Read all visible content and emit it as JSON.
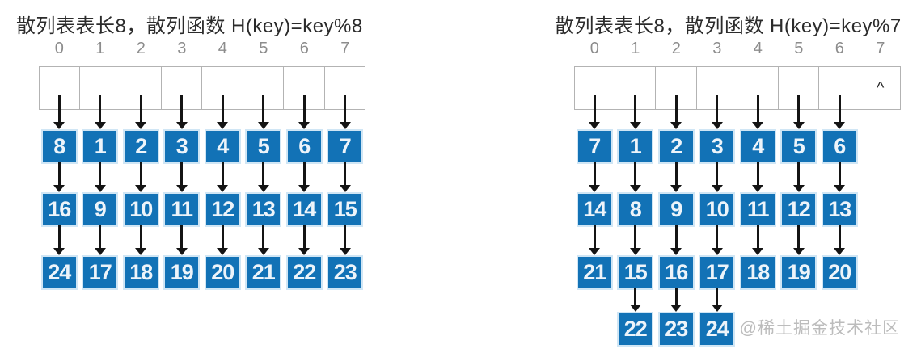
{
  "colors": {
    "background": "#ffffff",
    "box_blue": "#1272b6",
    "box_text": "#edf4fa",
    "arrow": "#141414",
    "cell_border": "#b3b3b3",
    "index_label": "#8c8c8c",
    "title": "#2b2b2b",
    "watermark": "#bcbcbc"
  },
  "diagrams": [
    {
      "id": "hash-mod8",
      "title": "散列表表长8，散列函数 H(key)=key%8",
      "table_length": 8,
      "indices": [
        "0",
        "1",
        "2",
        "3",
        "4",
        "5",
        "6",
        "7"
      ],
      "empty_cell_marker": null,
      "chains": [
        [
          "8",
          "16",
          "24"
        ],
        [
          "1",
          "9",
          "17"
        ],
        [
          "2",
          "10",
          "18"
        ],
        [
          "3",
          "11",
          "19"
        ],
        [
          "4",
          "12",
          "20"
        ],
        [
          "5",
          "13",
          "21"
        ],
        [
          "6",
          "14",
          "22"
        ],
        [
          "7",
          "15",
          "23"
        ]
      ]
    },
    {
      "id": "hash-mod7",
      "title": "散列表表长8，散列函数 H(key)=key%7",
      "table_length": 8,
      "indices": [
        "0",
        "1",
        "2",
        "3",
        "4",
        "5",
        "6",
        "7"
      ],
      "empty_cell_marker": {
        "cell": 7,
        "symbol": "^"
      },
      "chains": [
        [
          "7",
          "14",
          "21"
        ],
        [
          "1",
          "8",
          "15",
          "22"
        ],
        [
          "2",
          "9",
          "16",
          "23"
        ],
        [
          "3",
          "10",
          "17",
          "24"
        ],
        [
          "4",
          "11",
          "18"
        ],
        [
          "5",
          "12",
          "19"
        ],
        [
          "6",
          "13",
          "20"
        ],
        []
      ]
    }
  ],
  "watermark": {
    "text": "@稀土掘金技术社区"
  }
}
